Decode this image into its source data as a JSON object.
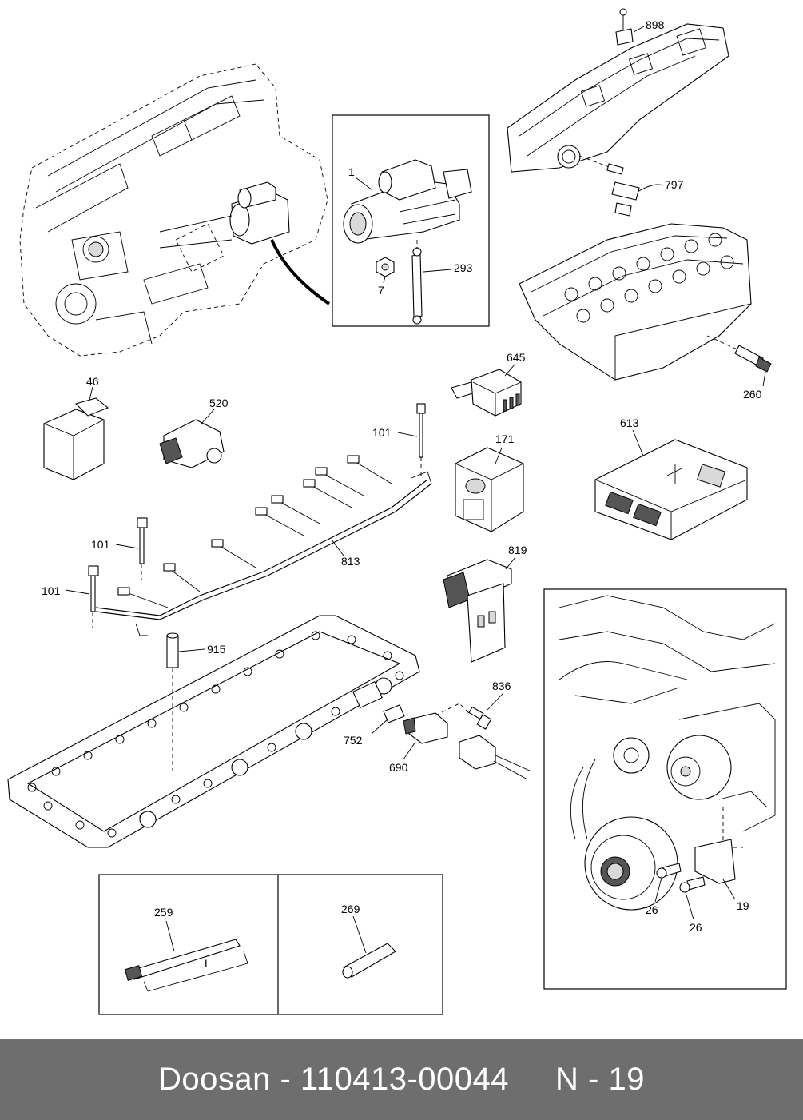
{
  "callouts": {
    "c898": "898",
    "c797": "797",
    "c1": "1",
    "c293": "293",
    "c7": "7",
    "c645": "645",
    "c260": "260",
    "c46": "46",
    "c520": "520",
    "c101a": "101",
    "c171": "171",
    "c613": "613",
    "c101b": "101",
    "c813": "813",
    "c819": "819",
    "c101c": "101",
    "c915": "915",
    "c836": "836",
    "c752": "752",
    "c690": "690",
    "c259": "259",
    "cL": "L",
    "c269": "269",
    "c26a": "26",
    "c26b": "26",
    "c19": "19"
  },
  "footer": {
    "text": "Doosan - 110413-00044     N - 19"
  }
}
